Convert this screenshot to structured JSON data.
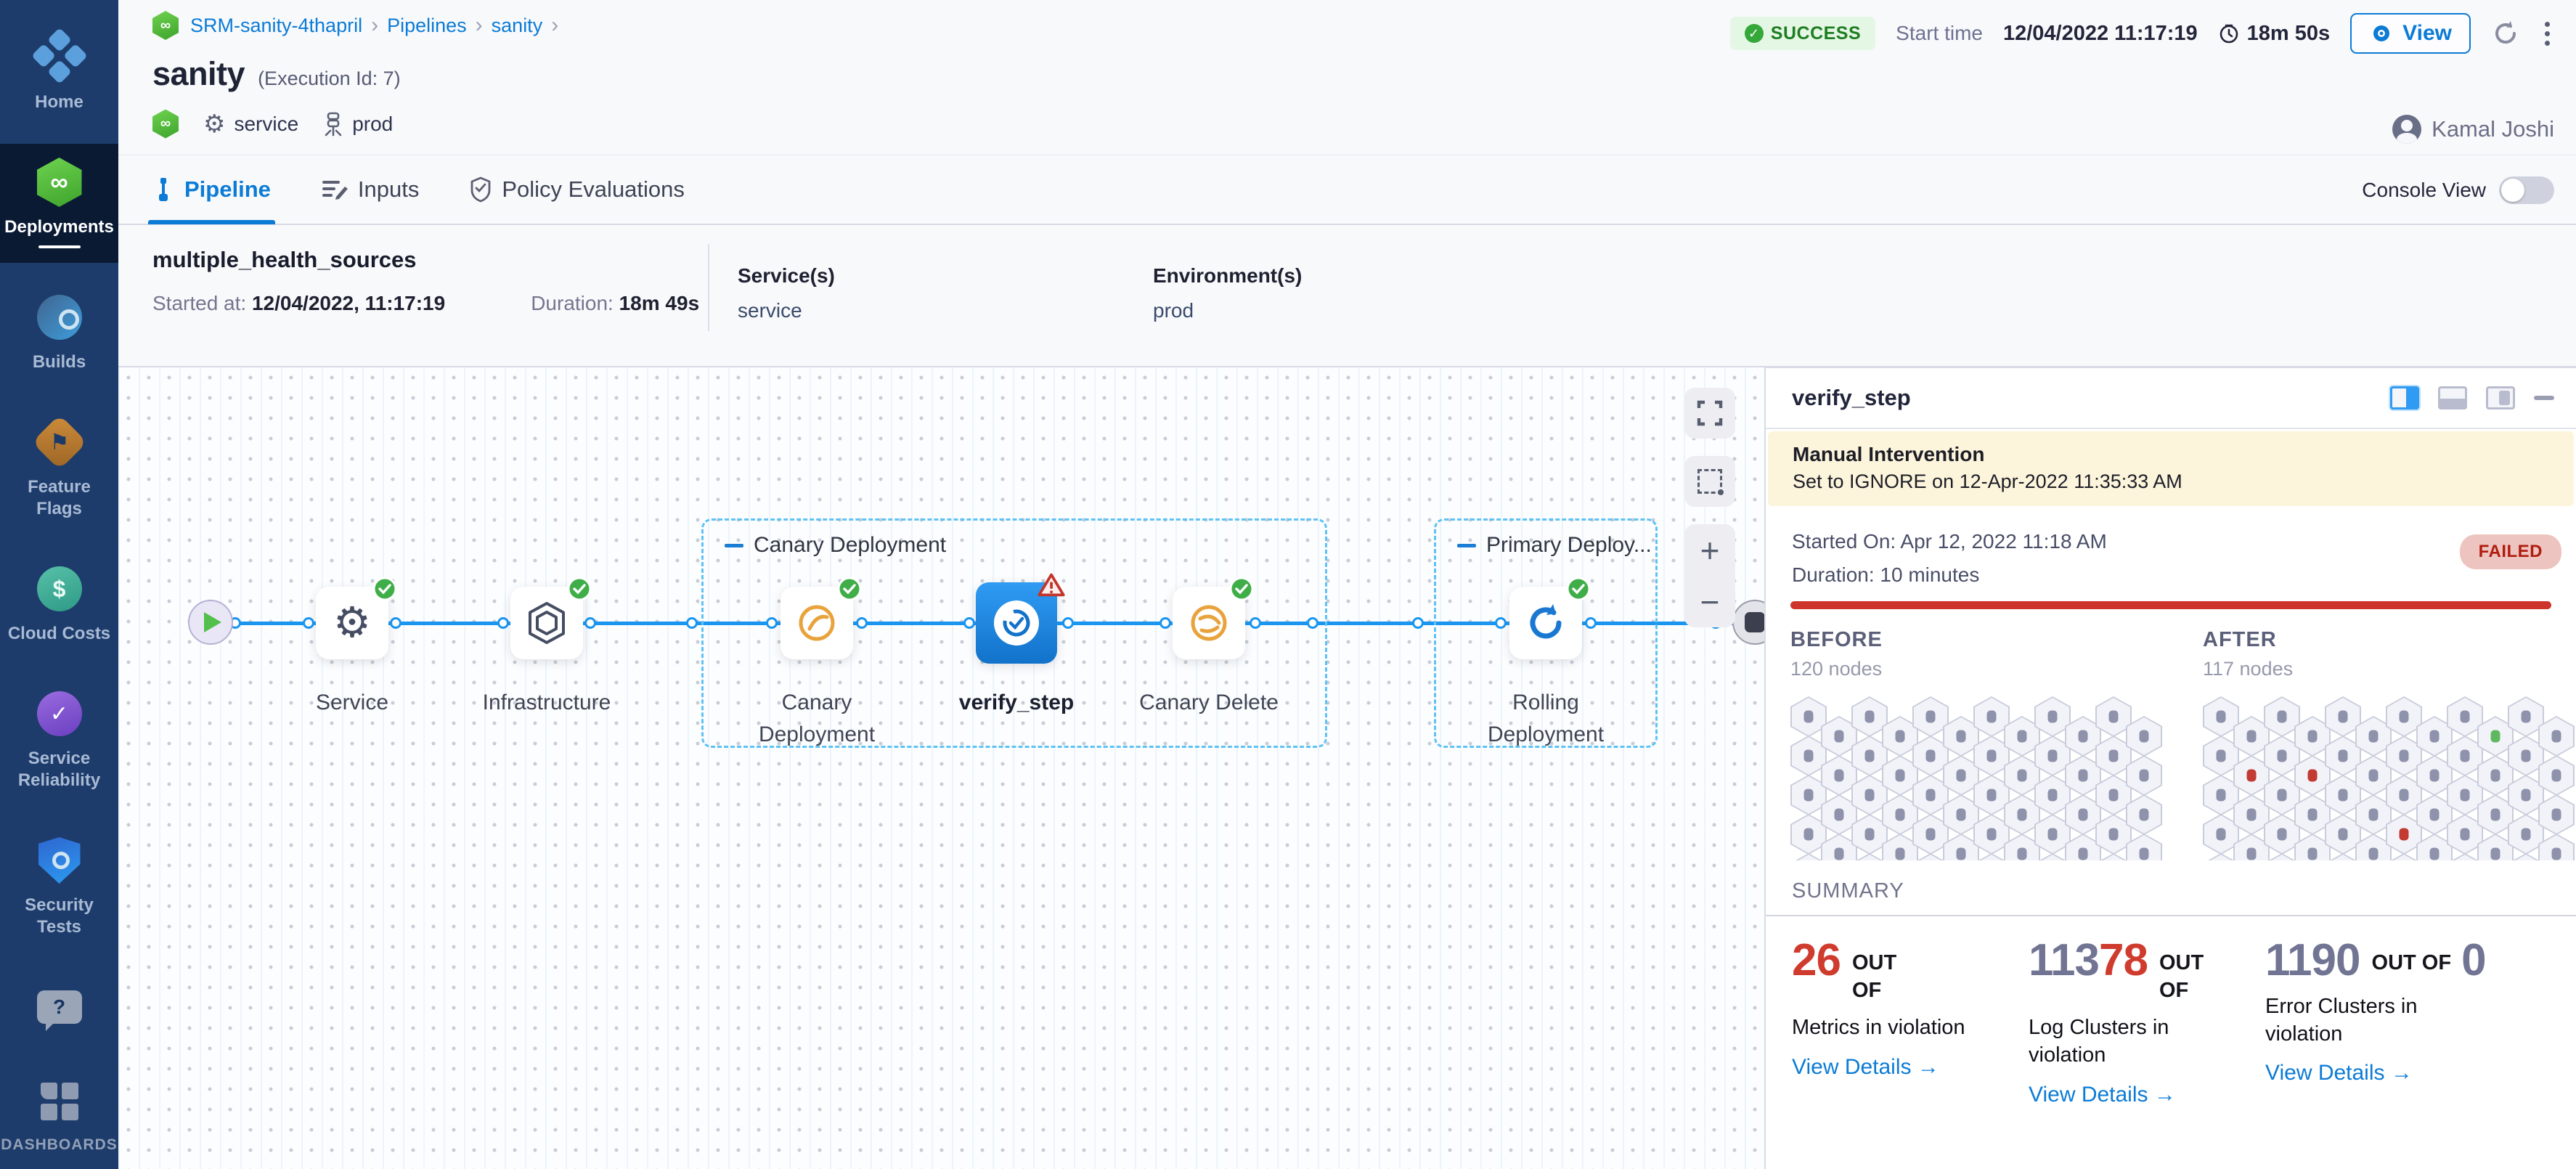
{
  "sidebar": {
    "items": [
      {
        "id": "home",
        "icon": "harness",
        "label": "Home",
        "active": false
      },
      {
        "id": "deployments",
        "icon": "deployments",
        "label": "Deployments",
        "active": true
      },
      {
        "id": "builds",
        "icon": "builds",
        "label": "Builds",
        "active": false
      },
      {
        "id": "feature-flags",
        "icon": "flags",
        "label": "Feature Flags",
        "active": false
      },
      {
        "id": "cloud-costs",
        "icon": "costs",
        "label": "Cloud Costs",
        "active": false
      },
      {
        "id": "service-reliability",
        "icon": "reliability",
        "label": "Service Reliability",
        "active": false
      },
      {
        "id": "security-tests",
        "icon": "security",
        "label": "Security Tests",
        "active": false
      },
      {
        "id": "help",
        "icon": "help",
        "label": "",
        "active": false,
        "bottom": true
      },
      {
        "id": "dashboards",
        "icon": "dashboards",
        "label": "DASHBOARDS",
        "active": false,
        "small": true
      }
    ]
  },
  "header": {
    "breadcrumb": {
      "project": "SRM-sanity-4thapril",
      "items": [
        "Pipelines",
        "sanity"
      ]
    },
    "title": "sanity",
    "execution_id": "(Execution Id: 7)",
    "tags": {
      "service": "service",
      "environment": "prod"
    },
    "status": "SUCCESS",
    "start_time_label": "Start time",
    "start_time": "12/04/2022 11:17:19",
    "duration": "18m 50s",
    "view_label": "View",
    "user": "Kamal Joshi"
  },
  "tabs": {
    "pipeline": "Pipeline",
    "inputs": "Inputs",
    "policy": "Policy Evaluations",
    "console_view_label": "Console View",
    "console_view_on": false
  },
  "stage_info": {
    "name": "multiple_health_sources",
    "started_label": "Started at:",
    "started": "12/04/2022, 11:17:19",
    "duration_label": "Duration:",
    "duration": "18m 49s",
    "services_label": "Service(s)",
    "services": "service",
    "environments_label": "Environment(s)",
    "environments": "prod"
  },
  "pipeline": {
    "groups": [
      {
        "label": "Canary Deployment"
      },
      {
        "label": "Primary Deploy..."
      }
    ],
    "nodes": [
      {
        "id": "start"
      },
      {
        "id": "service",
        "label": "Service",
        "status": "success"
      },
      {
        "id": "infrastructure",
        "label": "Infrastructure",
        "status": "success"
      },
      {
        "id": "canary-deployment",
        "label": "Canary Deployment",
        "status": "success"
      },
      {
        "id": "verify-step",
        "label": "verify_step",
        "status": "warning",
        "selected": true
      },
      {
        "id": "canary-delete",
        "label": "Canary Delete",
        "status": "success"
      },
      {
        "id": "rolling-deployment",
        "label": "Rolling Deployment",
        "status": "success"
      },
      {
        "id": "end"
      }
    ],
    "connector_dots": [
      161,
      262,
      382,
      530,
      650,
      790,
      900,
      1024,
      1172,
      1308,
      1442,
      1566,
      1645,
      1790,
      1904,
      2028,
      2200
    ]
  },
  "verify_panel": {
    "title": "verify_step",
    "banner": {
      "title": "Manual Intervention",
      "subtitle": "Set to IGNORE on 12-Apr-2022 11:35:33 AM"
    },
    "started_on": "Started On: Apr 12, 2022 11:18 AM",
    "duration": "Duration: 10 minutes",
    "status": "FAILED",
    "grids": {
      "before": {
        "title": "BEFORE",
        "subtitle": "120 nodes",
        "cols": 12,
        "rows": 5,
        "special_cells": []
      },
      "after": {
        "title": "AFTER",
        "subtitle": "117 nodes",
        "cols": 12,
        "rows": 5,
        "special_cells": [
          {
            "col": 9,
            "row": 0,
            "color": "#5fb85f"
          },
          {
            "col": 1,
            "row": 1,
            "color": "#c23a32"
          },
          {
            "col": 3,
            "row": 1,
            "color": "#c23a32"
          },
          {
            "col": 6,
            "row": 3,
            "color": "#c23a32"
          }
        ]
      }
    },
    "summary_label": "SUMMARY",
    "summary": {
      "cards": [
        {
          "segments": [
            {
              "text": "26",
              "color": "#cf3c2e"
            }
          ],
          "out_of": "OUT OF",
          "total": "",
          "label": "Metrics in violation",
          "link": "View Details"
        },
        {
          "segments": [
            {
              "text": "113",
              "color": "#717493"
            },
            {
              "text": "78",
              "color": "#cf3c2e"
            }
          ],
          "out_of": "OUT OF",
          "total": "",
          "label": "Log Clusters in violation",
          "link": "View Details"
        },
        {
          "segments": [
            {
              "text": "1190",
              "color": "#717493"
            }
          ],
          "out_of": "OUT OF",
          "total": "0",
          "label": "Error Clusters in violation",
          "link": "View Details"
        }
      ]
    }
  }
}
